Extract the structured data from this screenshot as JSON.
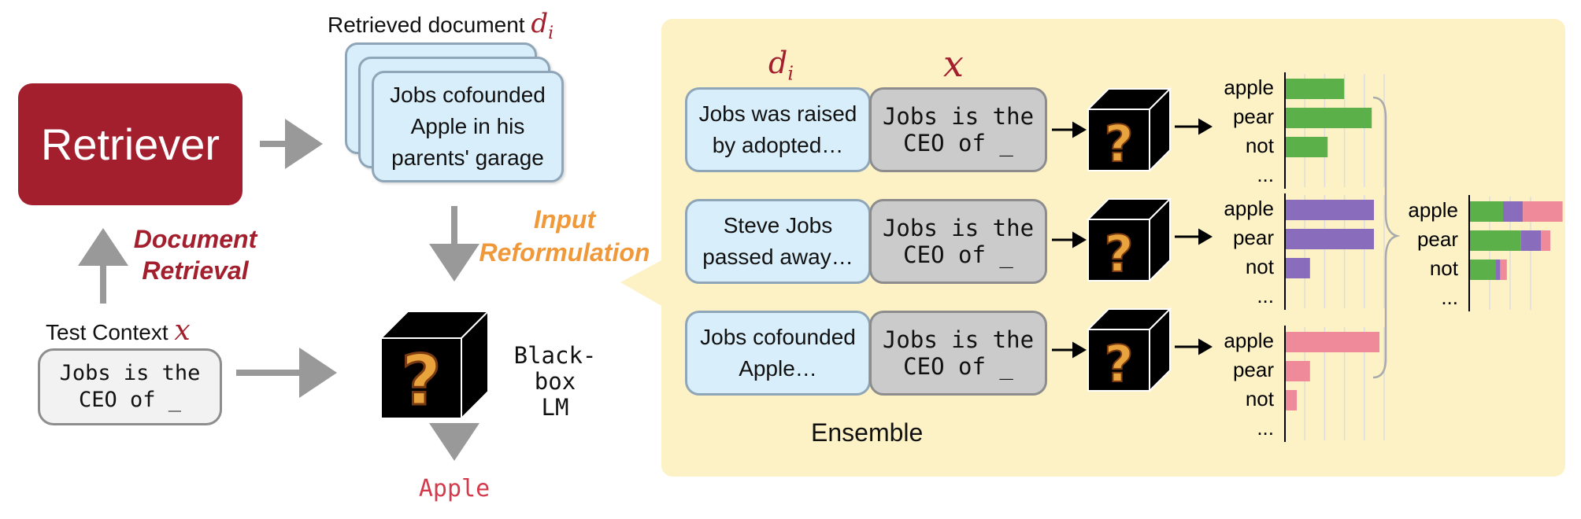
{
  "retriever": {
    "label": "Retriever"
  },
  "retrieved_doc": {
    "caption": "Retrieved document",
    "var": "d",
    "subscript": "i",
    "text_lines": [
      "Jobs cofounded",
      "Apple in his",
      "parents' garage"
    ]
  },
  "document_retrieval": {
    "lines": [
      "Document",
      "Retrieval"
    ]
  },
  "test_context": {
    "caption": "Test Context",
    "var": "x",
    "code": "Jobs is the\nCEO of _"
  },
  "input_reformulation": {
    "lines": [
      "Input",
      "Reformulation"
    ]
  },
  "black_box": {
    "label_lines": [
      "Black-box",
      "LM"
    ],
    "output": "Apple",
    "glyph": "?"
  },
  "ensemble": {
    "header_d": "d",
    "header_d_sub": "i",
    "header_x": "x",
    "title": "Ensemble",
    "rows": [
      {
        "doc_lines": [
          "Jobs was raised",
          "by adopted…"
        ],
        "query": "Jobs is the\nCEO of _"
      },
      {
        "doc_lines": [
          "Steve Jobs",
          "passed away…"
        ],
        "query": "Jobs is the\nCEO of _"
      },
      {
        "doc_lines": [
          "Jobs cofounded",
          "Apple…"
        ],
        "query": "Jobs is the\nCEO of _"
      }
    ],
    "token_labels": [
      "apple",
      "pear",
      "not",
      "..."
    ],
    "colors": {
      "green": "#5cb04a",
      "purple": "#8a6cbd",
      "pink": "#ef8a9b"
    }
  },
  "chart_data": [
    {
      "type": "bar",
      "categories": [
        "apple",
        "pear",
        "not",
        "..."
      ],
      "values": [
        0.53,
        0.78,
        0.38,
        null
      ],
      "series": [
        {
          "values": [
            0.53,
            0.78,
            0.38,
            null
          ]
        }
      ]
    },
    {
      "type": "bar",
      "categories": [
        "apple",
        "pear",
        "not",
        "..."
      ],
      "values": [
        0.8,
        0.8,
        0.22,
        null
      ],
      "series": [
        {
          "values": [
            0.8,
            0.8,
            0.22,
            null
          ]
        }
      ]
    },
    {
      "type": "bar",
      "categories": [
        "apple",
        "pear",
        "not",
        "..."
      ],
      "values": [
        0.85,
        0.22,
        0.1,
        null
      ],
      "series": [
        {
          "values": [
            0.85,
            0.22,
            0.1,
            null
          ]
        }
      ]
    },
    {
      "type": "bar",
      "categories": [
        "apple",
        "pear",
        "not",
        "..."
      ],
      "series": [
        {
          "values": [
            0.35,
            0.54,
            0.27,
            null
          ]
        },
        {
          "values": [
            0.21,
            0.21,
            0.05,
            null
          ]
        },
        {
          "values": [
            0.42,
            0.1,
            0.07,
            null
          ]
        }
      ]
    }
  ]
}
